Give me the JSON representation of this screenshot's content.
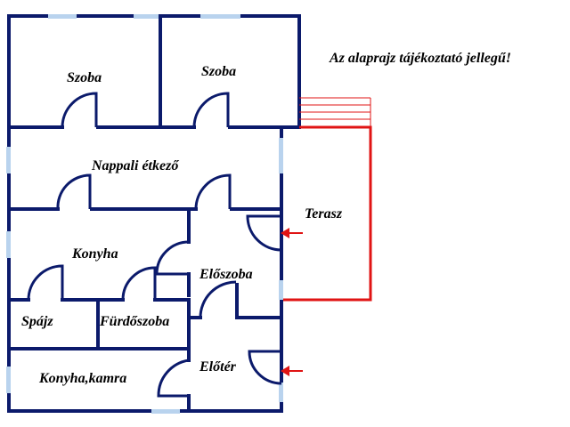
{
  "plan": {
    "note": "Az alaprajz tájékoztató jellegű!",
    "rooms": {
      "szoba_left": "Szoba",
      "szoba_right": "Szoba",
      "nappali": "Nappali étkező",
      "terasz": "Terasz",
      "konyha": "Konyha",
      "eloszoba": "Előszoba",
      "spajz": "Spájz",
      "furdoszoba": "Fürdőszoba",
      "konyha_kamra": "Konyha,kamra",
      "eloter": "Előtér"
    },
    "colors": {
      "wall": "#0b1a6b",
      "window": "#b9d3ee",
      "terrace": "#e01414",
      "arrow": "#e01414"
    }
  }
}
